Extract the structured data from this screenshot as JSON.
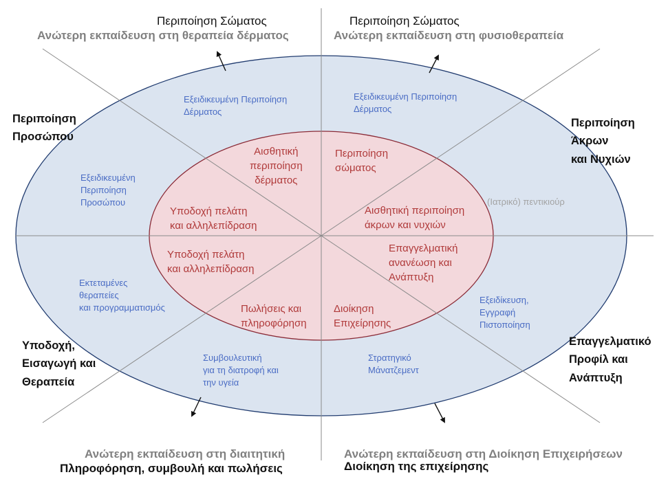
{
  "colors": {
    "outer_fill": "#dbe4f0",
    "outer_stroke": "#1f3a6e",
    "inner_fill": "#f3d8dc",
    "inner_stroke": "#8a2a36",
    "axis": "#8a8a8a",
    "inner_text": "#b03a3a",
    "outer_text": "#4a6cc4",
    "grey_text": "#a3a3a3"
  },
  "edges": {
    "top_left_title": "Περιποίηση Σώματος",
    "top_left_sub": "Ανώτερη εκπαίδευση στη θεραπεία δέρματος",
    "top_right_title": "Περιποίηση Σώματος",
    "top_right_sub": "Ανώτερη εκπαίδευση στη φυσιοθεραπεία",
    "bottom_left_sub": "Ανώτερη εκπαίδευση στη διαιτητική",
    "bottom_left_title": "Πληροφόρηση, συμβουλή και πωλήσεις",
    "bottom_right_sub": "Ανώτερη εκπαίδευση στη Διοίκηση Επιχειρήσεων",
    "bottom_right_title": "Διοίκηση της επιχείρησης"
  },
  "corners": {
    "left_upper": "Περιποίηση\nΠροσώπου",
    "right_upper": "Περιποίηση\nΆκρων\nκαι Νυχιών",
    "left_lower": "Υποδοχή,\nΕισαγωγή και\nΘεραπεία",
    "right_lower": "Επαγγελματικό\nΠροφίλ και\nΑνάπτυξη"
  },
  "outer_ring": {
    "top_left": "Εξειδικευμένη Περιποίηση\nΔέρματος",
    "top_right": "Εξειδικευμένη Περιποίηση\nΔέρματος",
    "left_upper": "Εξειδικευμένη\nΠεριποίηση\nΠροσώπου",
    "right_upper": "(Ιατρικό) πεντικιούρ",
    "left_lower": "Εκτεταμένες\nθεραπείες\nκαι προγραμματισμός",
    "right_lower": "Εξειδίκευση,\nΕγγραφή\nΠιστοποίηση",
    "bottom_left": "Συμβουλευτική\nγια τη διατροφή και\nτην υγεία",
    "bottom_right": "Στρατηγικό\nΜάνατζεμεντ"
  },
  "inner_ring": {
    "top_left": "Αισθητική\nπεριποίηση\nδέρματος",
    "top_right": "Περιποίηση\nσώματος",
    "left_upper": "Υποδοχή πελάτη\nκαι αλληλεπίδραση",
    "right_upper": "Αισθητική περιποίηση\nάκρων και νυχιών",
    "left_lower": "Υποδοχή πελάτη\nκαι αλληλεπίδραση",
    "right_lower": "Επαγγελματική\nανανέωση και\nΑνάπτυξη",
    "bottom_left": "Πωλήσεις και\nπληροφόρηση",
    "bottom_right": "Διοίκηση\nΕπιχείρησης"
  }
}
